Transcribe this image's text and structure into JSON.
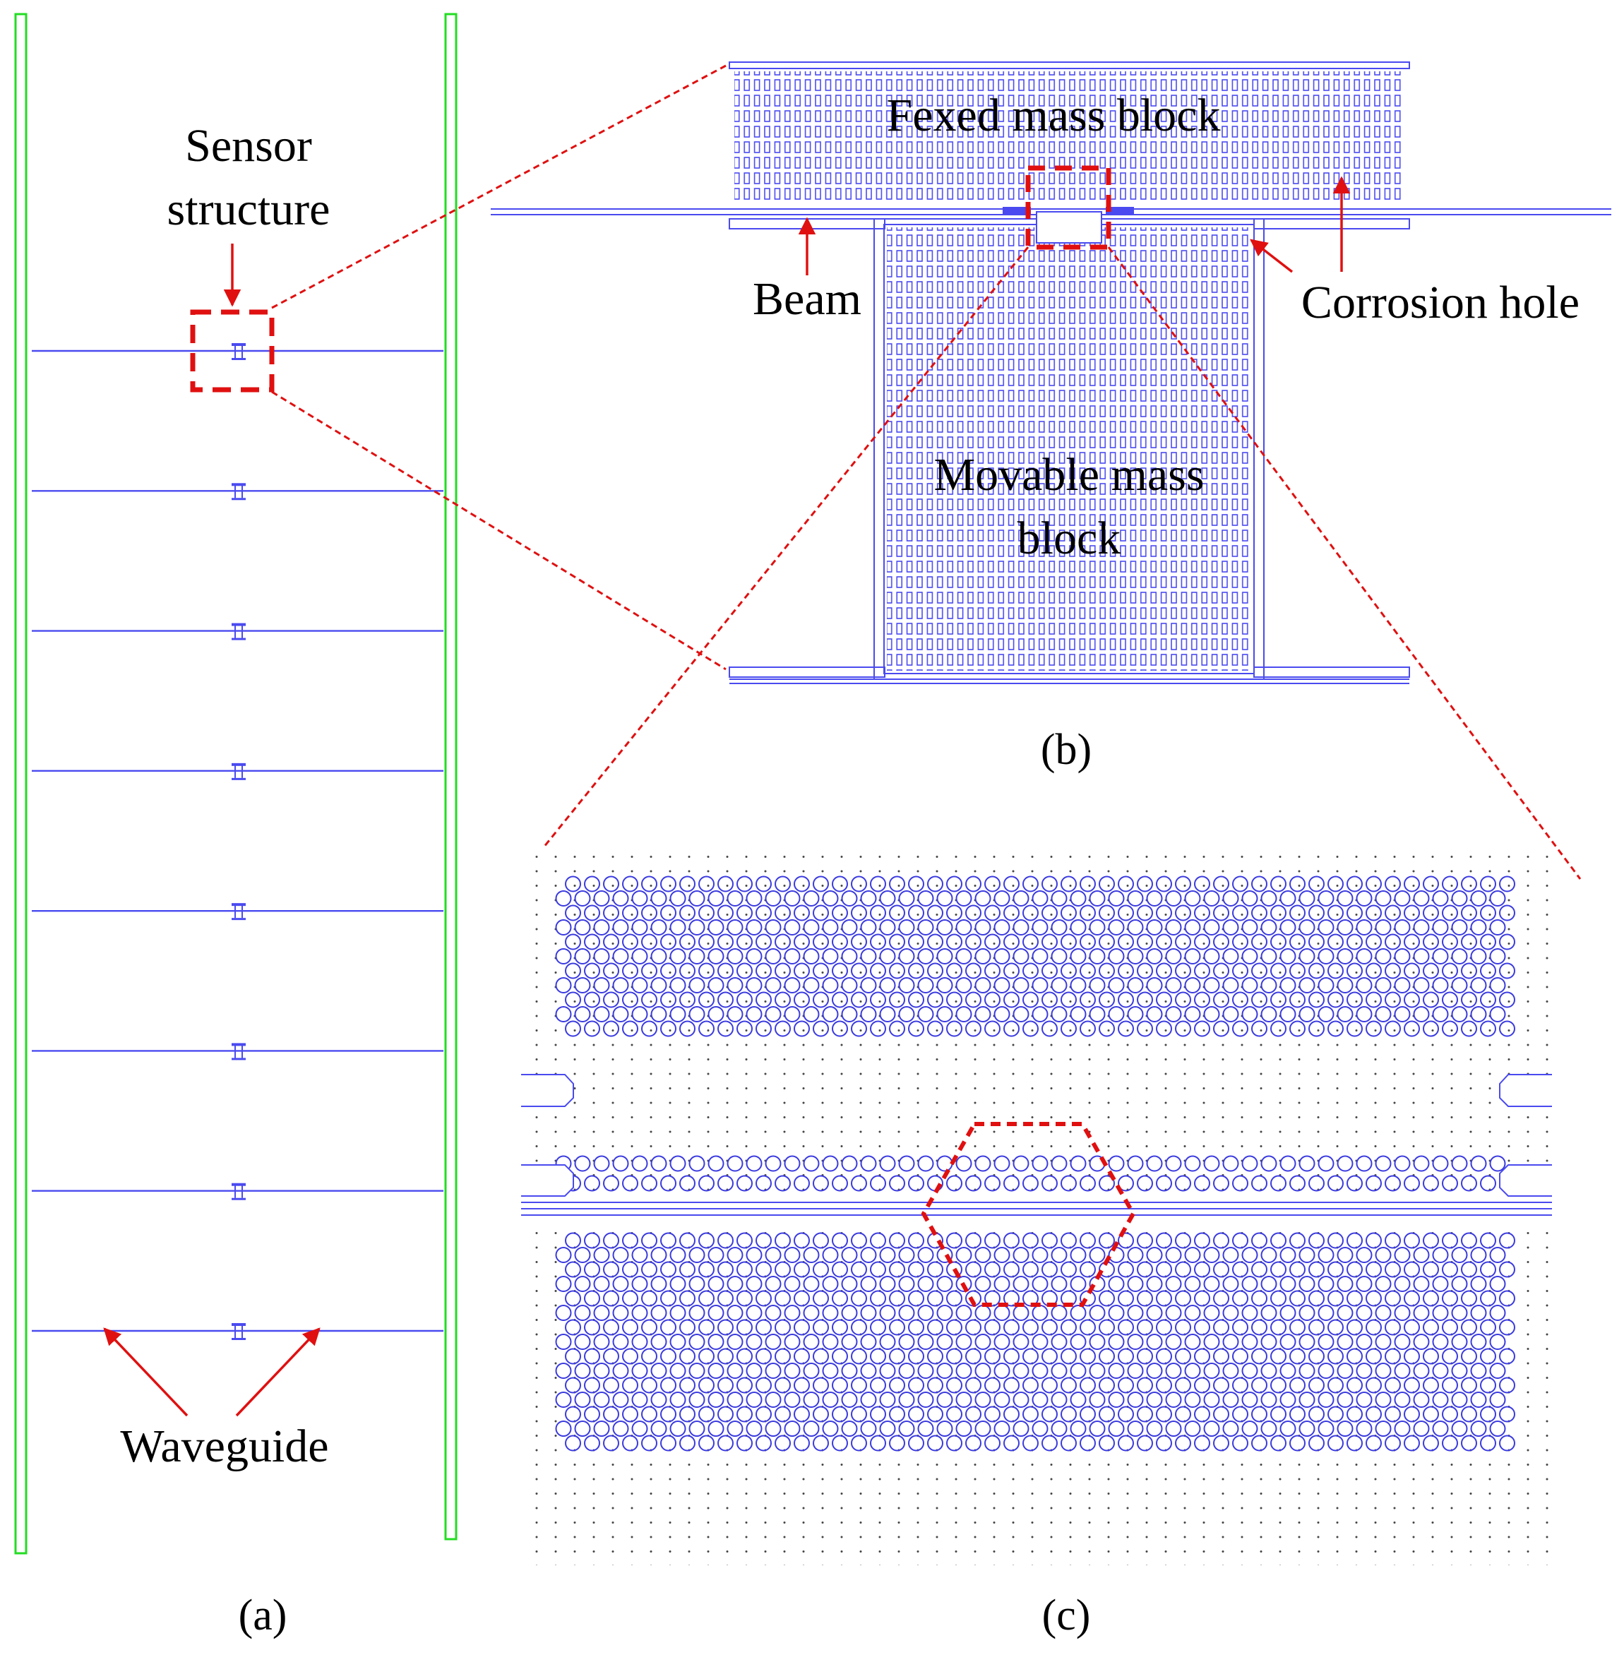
{
  "panel_a": {
    "sensor_label_line1": "Sensor",
    "sensor_label_line2": "structure",
    "waveguide_label": "Waveguide",
    "caption": "(a)",
    "rail_color": "#22dd22",
    "waveguide_color": "#4a4af0",
    "sensor_count": 8
  },
  "panel_b": {
    "fixed_mass_label": "Fexed mass block",
    "beam_label": "Beam",
    "corrosion_label": "Corrosion hole",
    "movable_mass_line1": "Movable mass",
    "movable_mass_line2": "block",
    "caption": "(b)",
    "structure_color": "#4a4af0"
  },
  "panel_c": {
    "caption": "(c)",
    "hole_color": "#3a3ae0",
    "dot_color": "#444444",
    "highlight_shape": "hexagon"
  },
  "annotation_color": "#e01010"
}
